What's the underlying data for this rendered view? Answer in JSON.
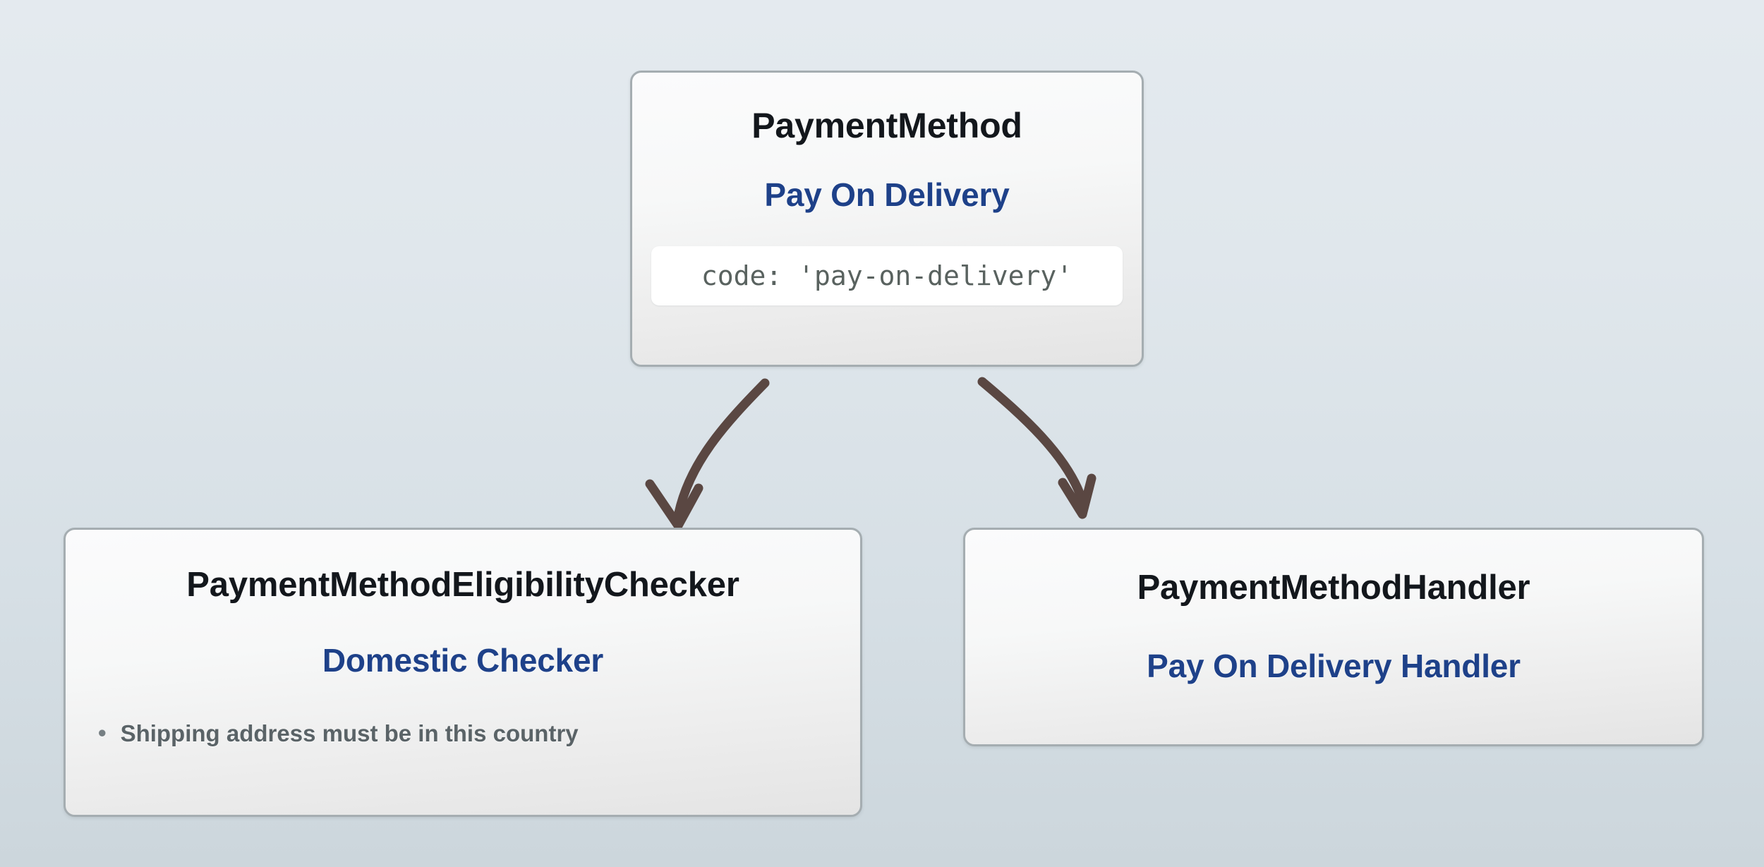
{
  "diagram": {
    "type": "hierarchy",
    "background_top_color": "#e4eaef",
    "background_bottom_color": "#ccd6dc",
    "nodes": [
      {
        "id": "payment-method",
        "title": "PaymentMethod",
        "subtitle": "Pay On Delivery",
        "code": "code: 'pay-on-delivery'",
        "title_color": "#13171c",
        "subtitle_color": "#1e4189",
        "code_color": "#59625f",
        "border_color": "#a5adb1"
      },
      {
        "id": "eligibility-checker",
        "title": "PaymentMethodEligibilityChecker",
        "subtitle": "Domestic Checker",
        "rules": [
          {
            "bullet": "•",
            "text": "Shipping address must be in this country"
          }
        ],
        "title_color": "#13171c",
        "subtitle_color": "#1e4189",
        "rule_color": "#5a6367",
        "border_color": "#a5adb1"
      },
      {
        "id": "handler",
        "title": "PaymentMethodHandler",
        "subtitle": "Pay On Delivery Handler",
        "title_color": "#13171c",
        "subtitle_color": "#1e4189",
        "border_color": "#a5adb1"
      }
    ],
    "arrows": [
      {
        "id": "arrow-to-eligibility-checker",
        "from": "payment-method",
        "to": "eligibility-checker",
        "color": "#5a4742",
        "direction": "down-left"
      },
      {
        "id": "arrow-to-handler",
        "from": "payment-method",
        "to": "handler",
        "color": "#5a4742",
        "direction": "down-right"
      }
    ]
  }
}
